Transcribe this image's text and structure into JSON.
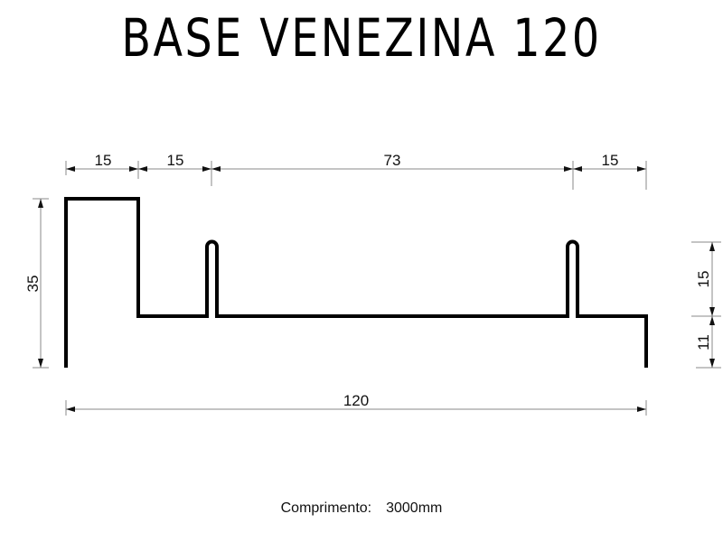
{
  "title": "BASE VENEZINA 120",
  "drawing": {
    "top_dimensions": [
      "15",
      "15",
      "73",
      "15"
    ],
    "left_dimension": "35",
    "right_dimensions": [
      "15",
      "11"
    ],
    "bottom_dimension": "120",
    "line_color": "#000000",
    "dimension_color": "#888888"
  },
  "footer": {
    "label": "Comprimento:",
    "value": "3000mm"
  }
}
